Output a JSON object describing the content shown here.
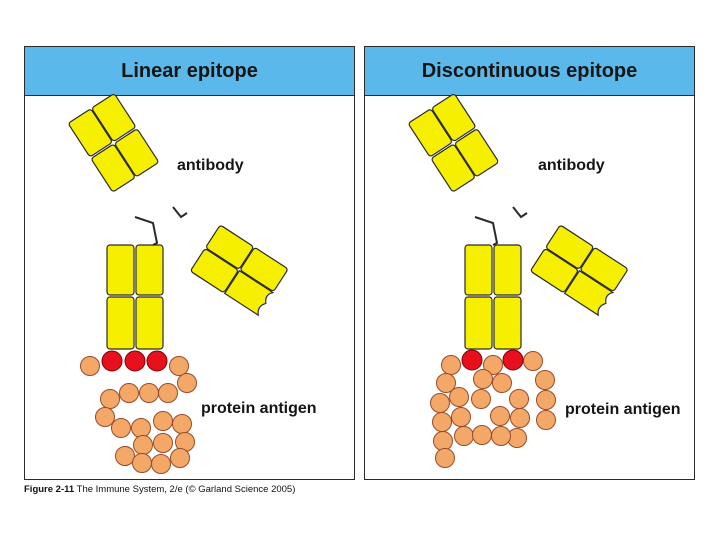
{
  "panels": [
    {
      "title": "Linear epitope",
      "antibody_label": "antibody",
      "antigen_label": "protein antigen"
    },
    {
      "title": "Discontinuous epitope",
      "antibody_label": "antibody",
      "antigen_label": "protein antigen"
    }
  ],
  "caption": {
    "figure": "Figure 2-11",
    "source": "The Immune System, 2/e (© Garland Science 2005)"
  },
  "colors": {
    "header": "#5ab8ea",
    "antibody_domain": "#f6f000",
    "epitope_residue": "#e8101c",
    "antigen_residue": "#f4a868",
    "outline": "#2a2a2a"
  }
}
